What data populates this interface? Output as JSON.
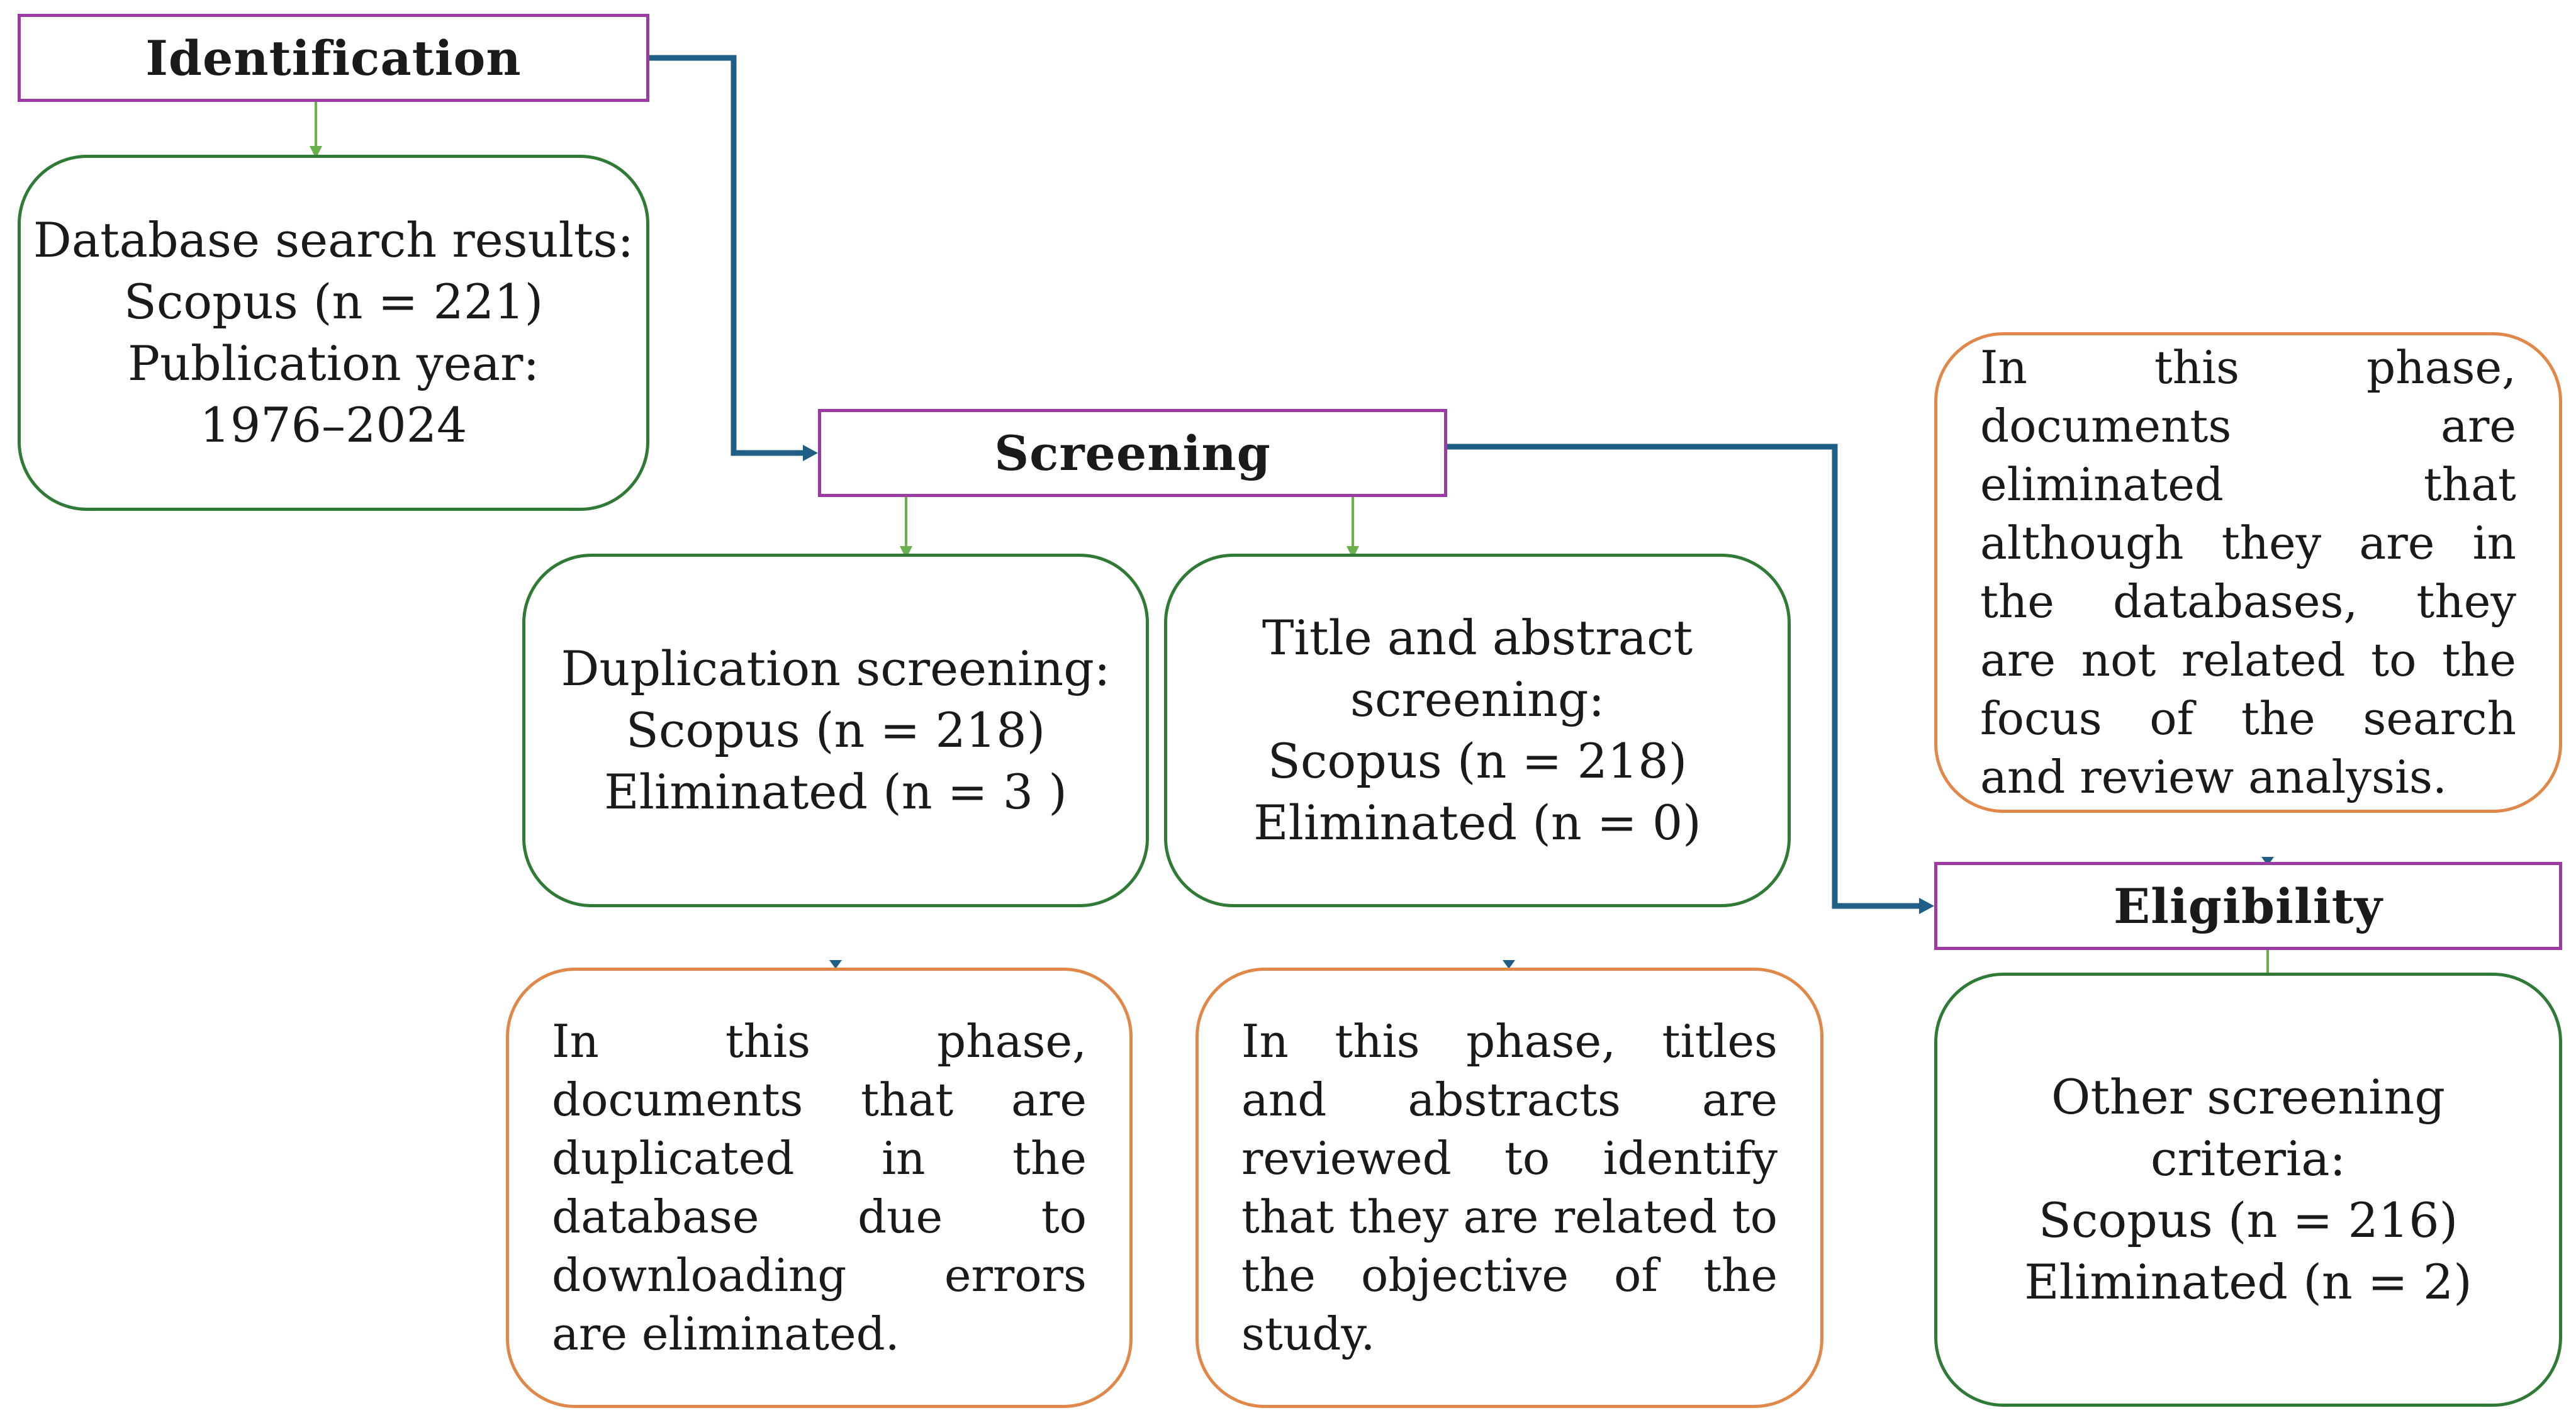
{
  "colors": {
    "header_border": "#9b3aa2",
    "result_border": "#2f7a35",
    "note_border": "#e0884a",
    "flow_arrow": "#1f5f86",
    "step_arrow": "#6ab04c"
  },
  "headers": {
    "identification": "Identification",
    "screening": "Screening",
    "eligibility": "Eligibility"
  },
  "identification": {
    "lines": [
      "Database search results:",
      "Scopus (n = 221)",
      "Publication year:",
      "1976–2024"
    ]
  },
  "duplication_screening": {
    "lines": [
      "Duplication screening:",
      "Scopus (n = 218)",
      "Eliminated (n = 3 )"
    ]
  },
  "title_abstract_screening": {
    "lines": [
      "Title and abstract",
      "screening:",
      "Scopus (n = 218)",
      "Eliminated (n = 0)"
    ]
  },
  "other_screening": {
    "lines": [
      "Other screening",
      "criteria:",
      "Scopus (n = 216)",
      "Eliminated (n = 2)"
    ]
  },
  "notes": {
    "duplication": "In this phase, documents that are duplicated in the database due to downloading errors are eliminated.",
    "title_abstract": "In this phase, titles and abstracts are reviewed to identify that they are related to the objective of the study.",
    "eligibility": "In this phase, documents are eliminated that although they are in the databases, they are not related to the focus of the search and review analysis."
  }
}
